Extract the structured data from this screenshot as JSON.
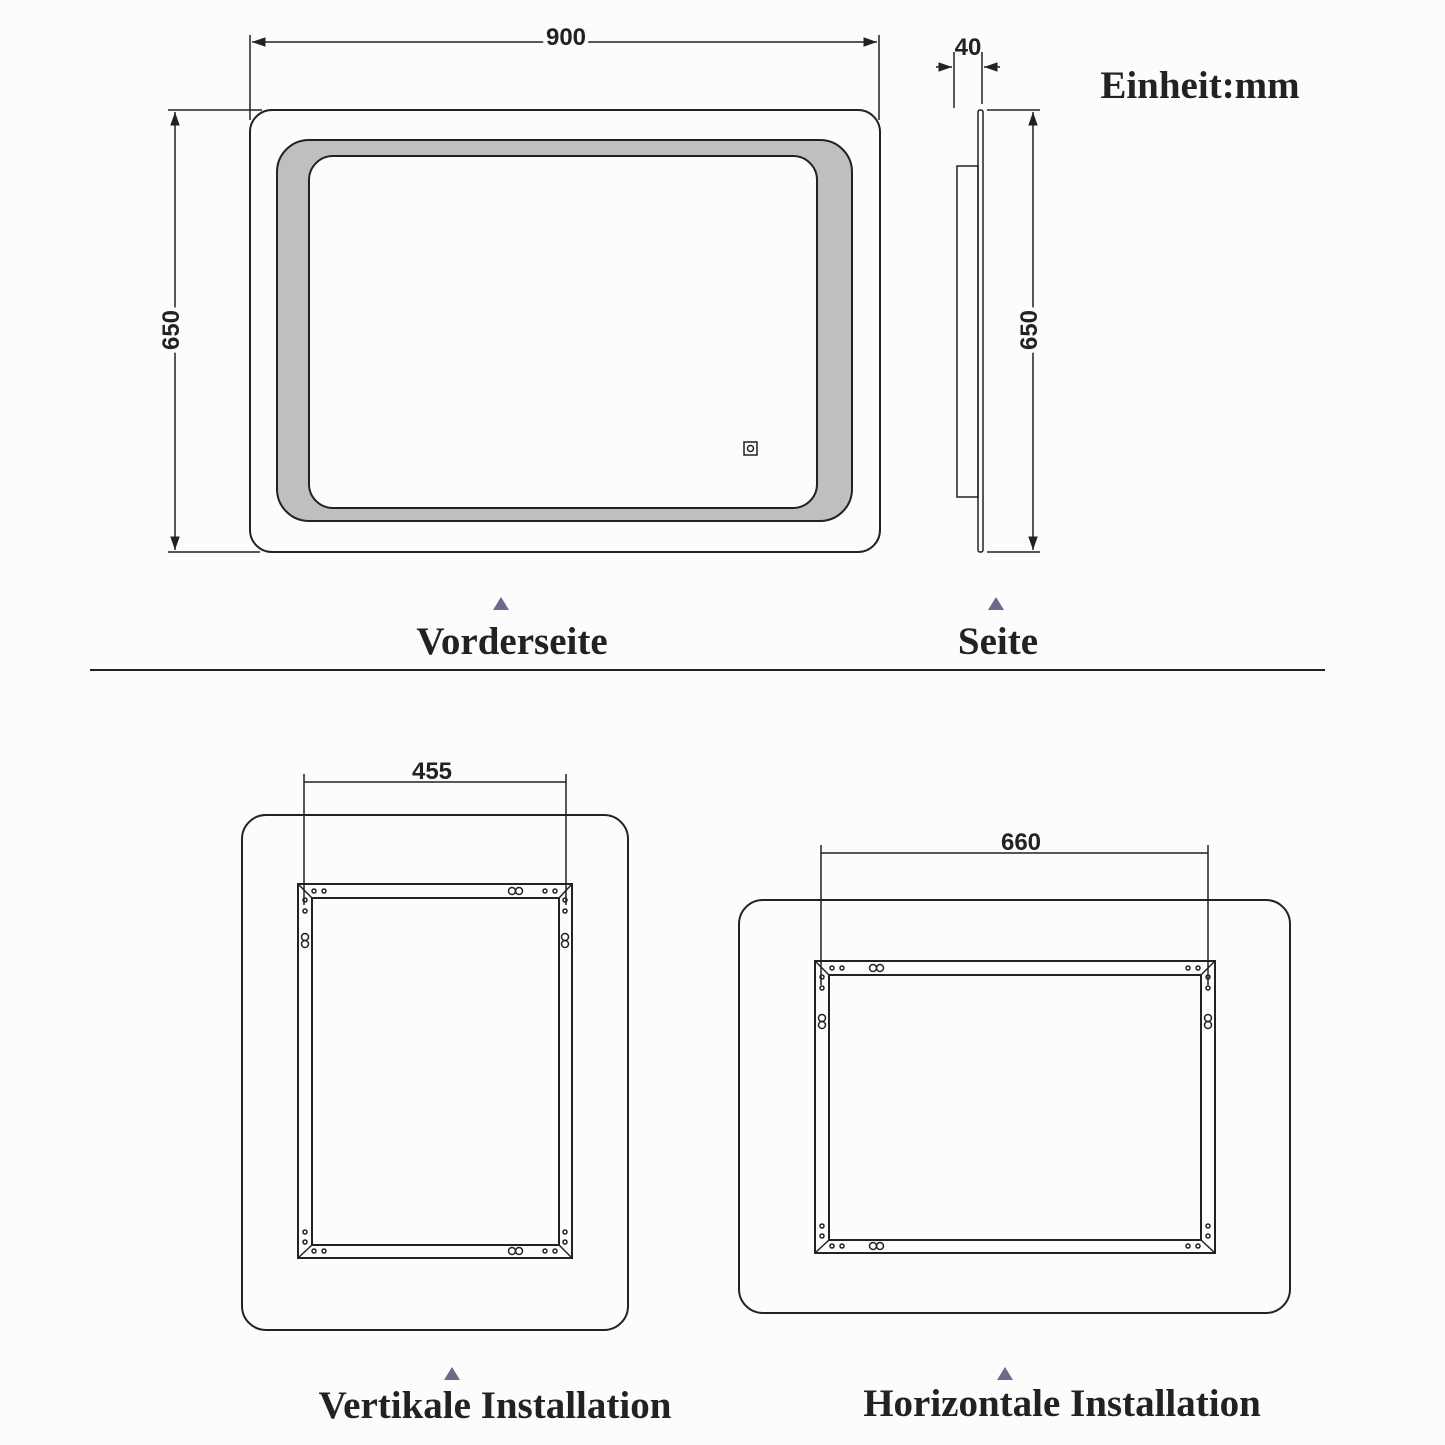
{
  "unit_label": "Einheit:mm",
  "front_view": {
    "label": "Vorderseite",
    "width_dim": "900",
    "height_dim": "650",
    "led_band_color": "#bfbfbf",
    "touch_switch_icon": "touch-switch-icon"
  },
  "side_view": {
    "label": "Seite",
    "depth_dim": "40",
    "height_dim": "650"
  },
  "vertical_install": {
    "label": "Vertikale Installation",
    "hook_spacing_dim": "455"
  },
  "horizontal_install": {
    "label": "Horizontale Installation",
    "hook_spacing_dim": "660"
  },
  "colors": {
    "line": "#222222",
    "marker": "#6a6a8a"
  }
}
